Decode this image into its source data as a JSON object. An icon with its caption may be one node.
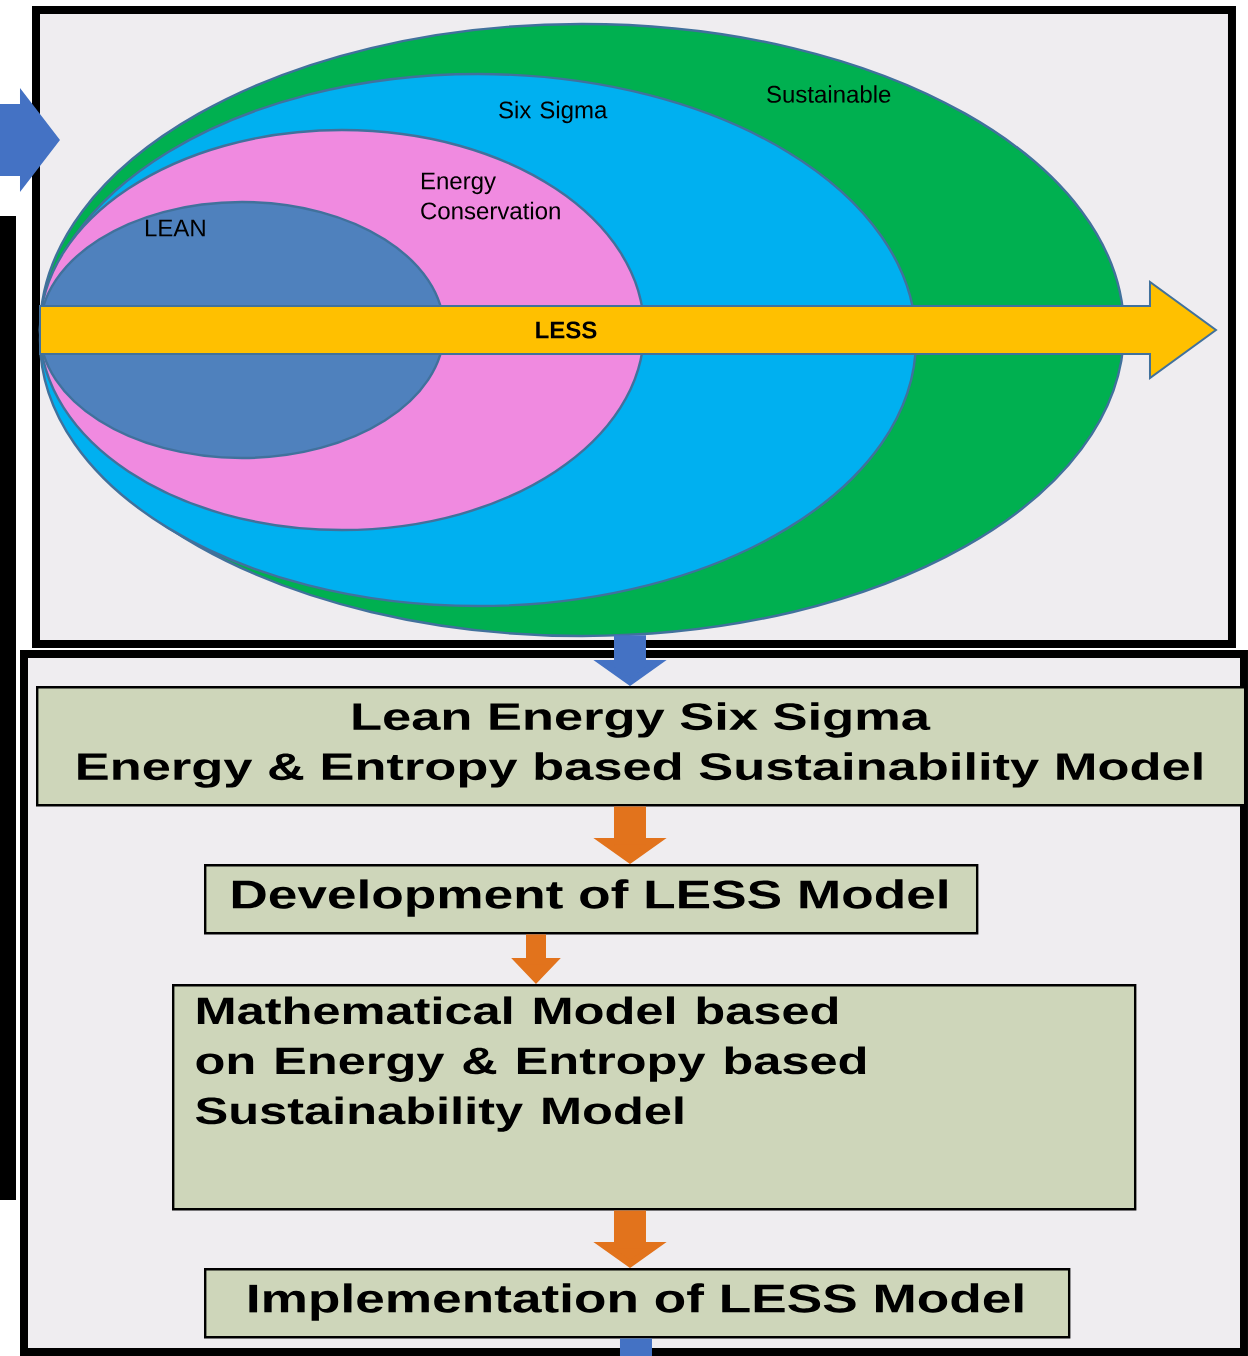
{
  "diagram": {
    "nodes": [
      {
        "text": [
          "Sustainable"
        ]
      },
      {
        "text": [
          "Six Sigma"
        ],
        "in": 0
      },
      {
        "text": [
          "Energy Conservation"
        ],
        "in": 1
      },
      {
        "text": [
          "LEAN"
        ],
        "in": 2
      },
      {
        "text": [
          "LESS"
        ]
      },
      {
        "text": [
          "Lean Energy Six Sigma",
          "Energy & Entropy based  Sustainability Model"
        ]
      },
      {
        "text": [
          "Development of LESS Model"
        ]
      },
      {
        "text": [
          "Mathematical Model based on Energy & Entropy based Sustainability Model"
        ]
      },
      {
        "text": [
          "Implementation of LESS Model"
        ]
      }
    ],
    "edges": [
      {
        "from": 0,
        "to": 5,
        "arrow": "to",
        "color": "#4472c4"
      },
      {
        "from": 5,
        "to": 6,
        "arrow": "to"
      },
      {
        "from": 6,
        "to": 7,
        "arrow": "to"
      },
      {
        "from": 7,
        "to": 8,
        "arrow": "to"
      },
      {
        "from": 8,
        "to": null,
        "arrow": "none",
        "color": "#4472c4"
      }
    ]
  }
}
